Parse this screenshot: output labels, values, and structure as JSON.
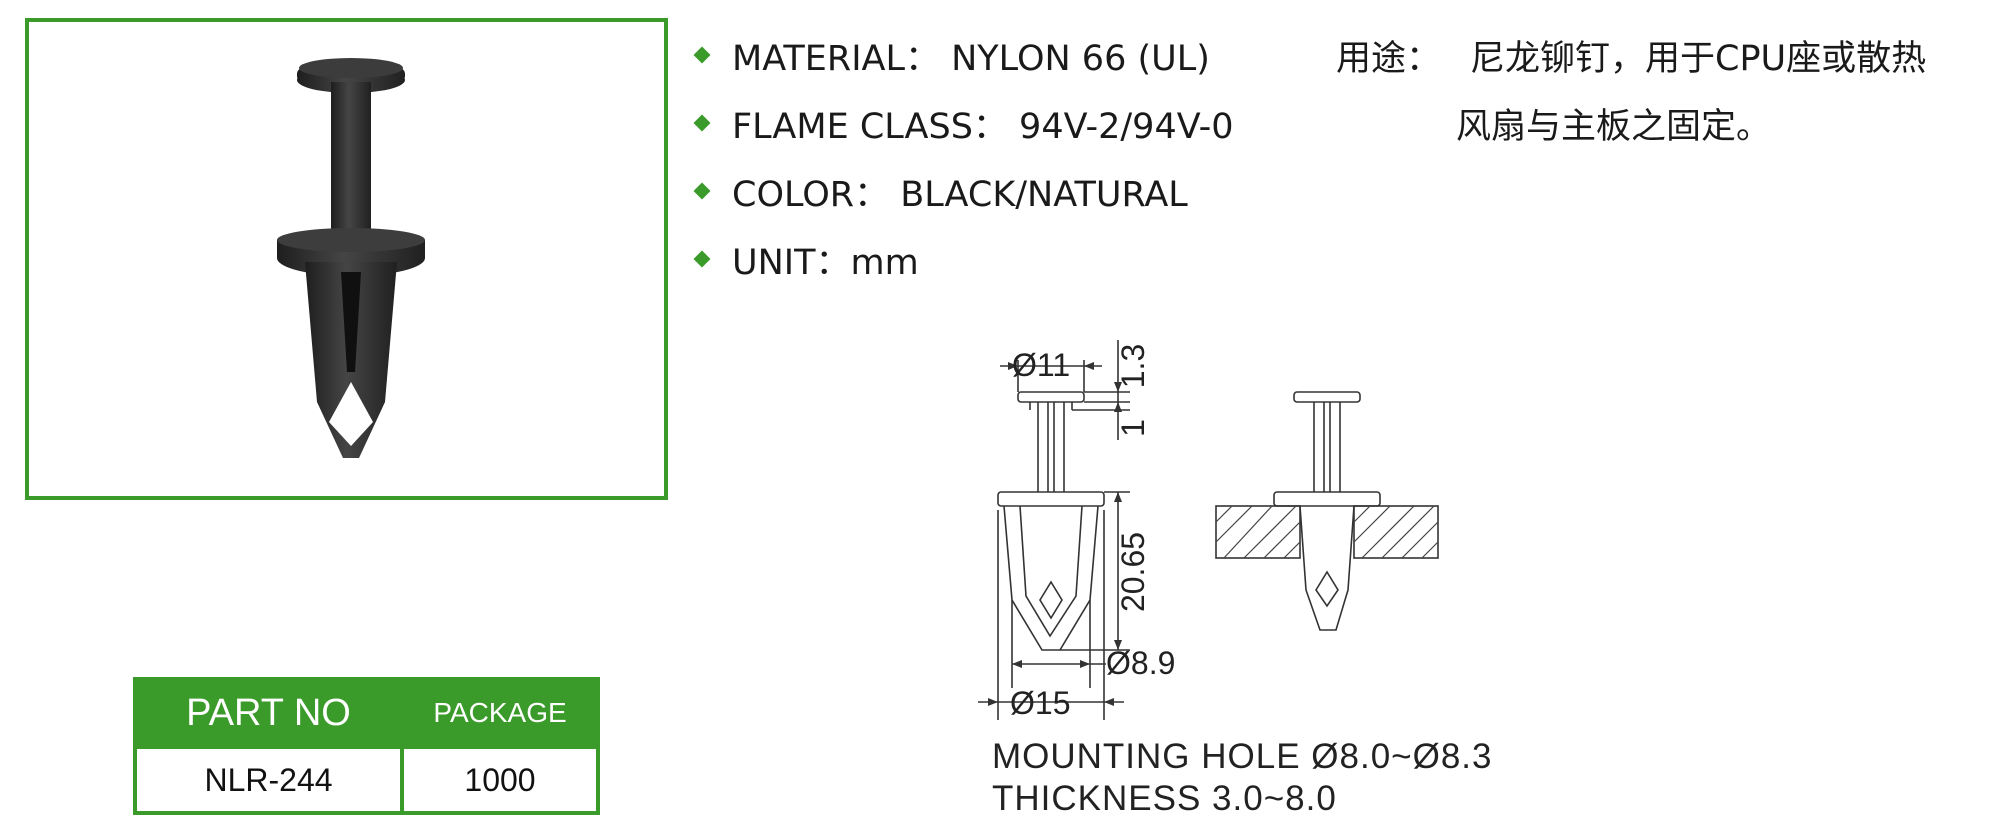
{
  "specs": [
    {
      "text": "MATERIAL： NYLON 66 (UL)"
    },
    {
      "text": "FLAME CLASS： 94V-2/94V-0"
    },
    {
      "text": "COLOR： BLACK/NATURAL"
    },
    {
      "text": "UNIT：mm"
    }
  ],
  "usage": {
    "label": "用途：",
    "line1": "尼龙铆钉，用于CPU座或散热",
    "line2": "风扇与主板之固定。"
  },
  "table": {
    "headers": [
      "PART NO",
      "PACKAGE"
    ],
    "rows": [
      [
        "NLR-244",
        "1000"
      ]
    ]
  },
  "drawing": {
    "dim_head_diameter": "Ø11",
    "dim_head_thickness": "1.3",
    "dim_gap": "1",
    "dim_length": "20.65",
    "dim_tip_diameter": "Ø8.9",
    "dim_flange_diameter": "Ø15",
    "note_mounting": "MOUNTING HOLE Ø8.0~Ø8.3",
    "note_thickness": "THICKNESS 3.0~8.0"
  },
  "colors": {
    "accent": "#3a9a2a"
  }
}
